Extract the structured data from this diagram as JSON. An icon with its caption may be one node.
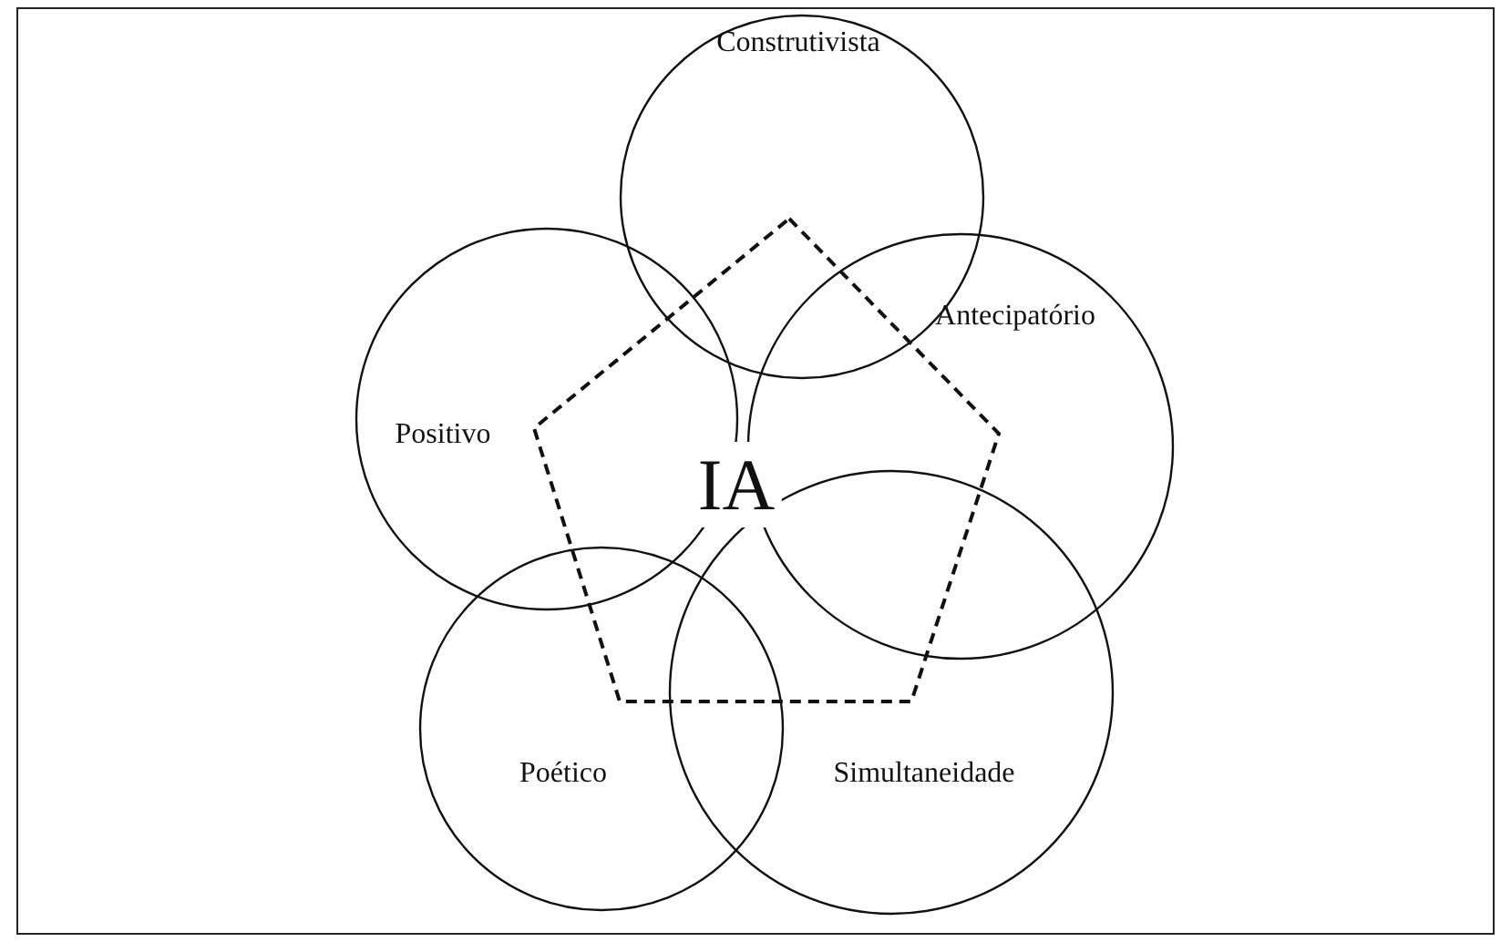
{
  "diagram": {
    "nodes": [
      {
        "text": [
          "Construtivista"
        ]
      },
      {
        "text": [
          "Antecipatório"
        ]
      },
      {
        "text": [
          "Positivo"
        ]
      },
      {
        "text": [
          "IA"
        ]
      },
      {
        "text": [
          "Poético"
        ]
      },
      {
        "text": [
          "Simultaneidade"
        ]
      }
    ]
  }
}
